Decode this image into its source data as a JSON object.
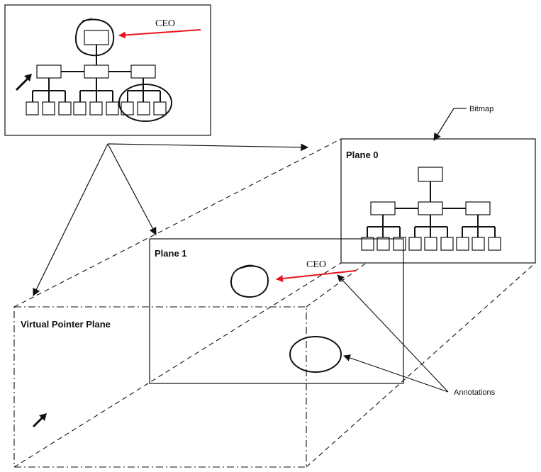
{
  "labels": {
    "ceo_top": "CEO",
    "ceo_plane1": "CEO",
    "bitmap": "Bitmap",
    "plane0": "Plane 0",
    "plane1": "Plane 1",
    "virtual_pointer_plane": "Virtual Pointer Plane",
    "annotations": "Annotations"
  },
  "colors": {
    "annotation_arrow": "#e8141c",
    "line": "#111111"
  }
}
